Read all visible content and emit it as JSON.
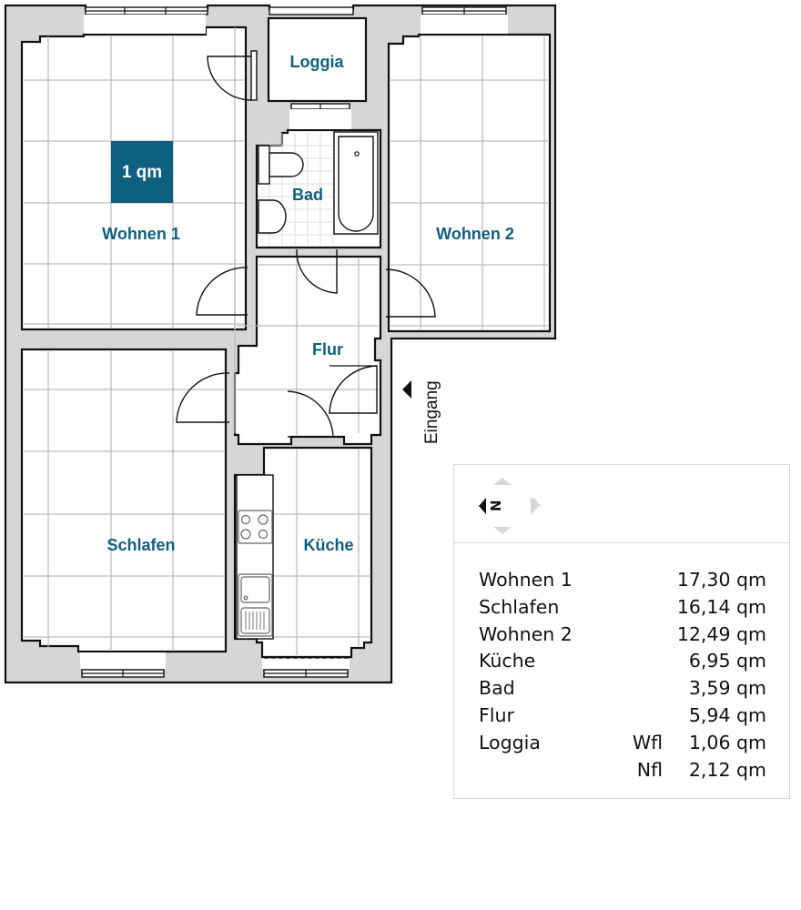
{
  "rooms": {
    "wohnen1": "Wohnen 1",
    "loggia": "Loggia",
    "bad": "Bad",
    "wohnen2": "Wohnen 2",
    "flur": "Flur",
    "schlafen": "Schlafen",
    "kueche": "Küche"
  },
  "scale_marker": "1 qm",
  "entrance_label": "Eingang",
  "compass": {
    "icon": "north-arrow-icon",
    "letter": "N",
    "direction": "left"
  },
  "colors": {
    "accent": "#0e6080",
    "wall": "#d6d6d6",
    "grid": "#bdbdbd"
  },
  "areas": [
    {
      "room": "Wohnen 1",
      "prefix": "",
      "value": "17,30 qm"
    },
    {
      "room": "Schlafen",
      "prefix": "",
      "value": "16,14 qm"
    },
    {
      "room": "Wohnen 2",
      "prefix": "",
      "value": "12,49 qm"
    },
    {
      "room": "Küche",
      "prefix": "",
      "value": "6,95 qm"
    },
    {
      "room": "Bad",
      "prefix": "",
      "value": "3,59 qm"
    },
    {
      "room": "Flur",
      "prefix": "",
      "value": "5,94 qm"
    },
    {
      "room": "Loggia",
      "prefix": "Wfl",
      "value": "1,06 qm"
    },
    {
      "room": "",
      "prefix": "Nfl",
      "value": "2,12 qm"
    }
  ]
}
